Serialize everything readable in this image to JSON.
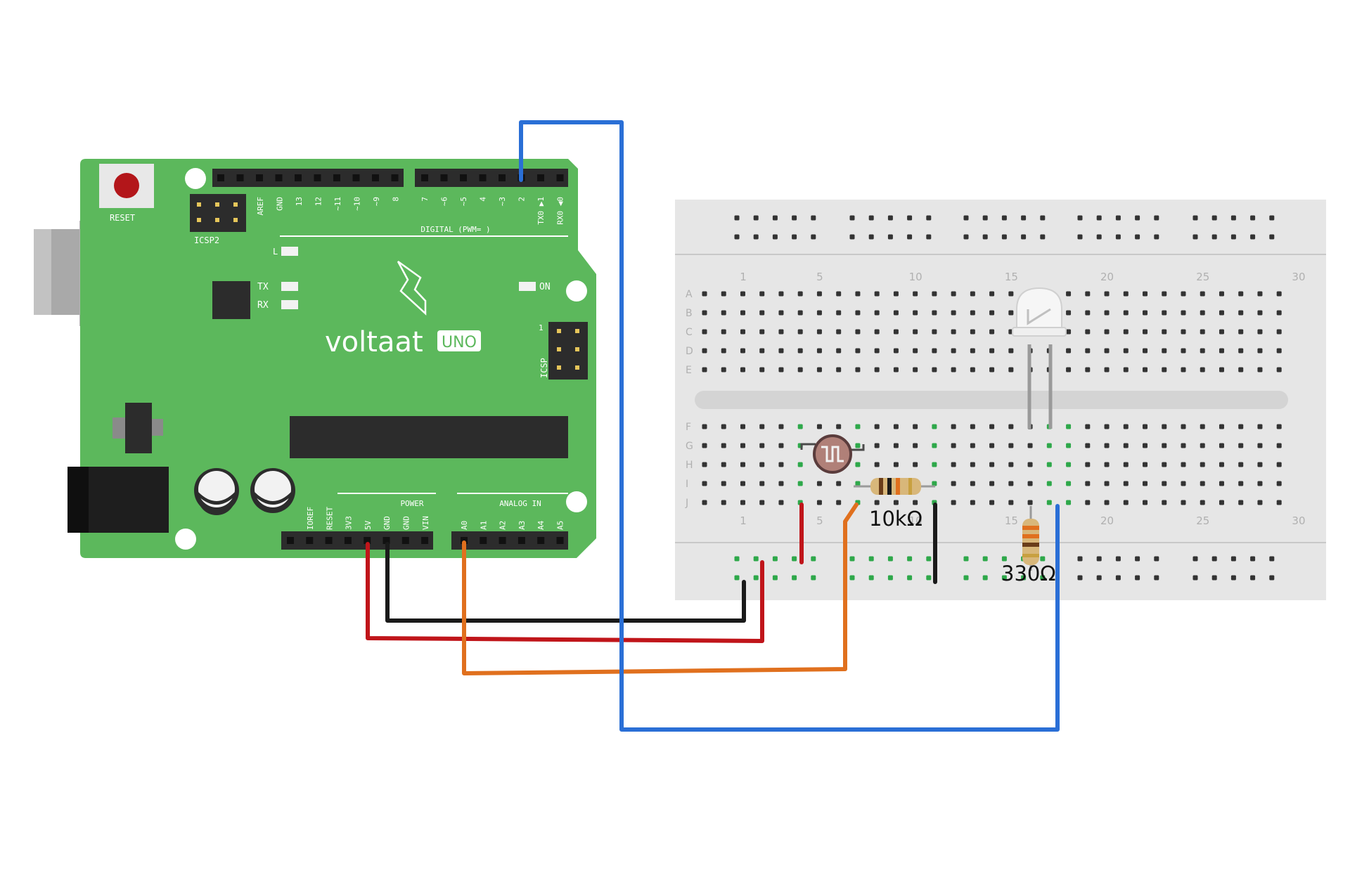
{
  "arduino": {
    "brand": "voltaat",
    "model": "UNO",
    "reset_label": "RESET",
    "icsp2_label": "ICSP2",
    "icsp_label": "ICSP",
    "icsp_pin1": "1",
    "digital_label": "DIGITAL (PWM=   )",
    "power_label": "POWER",
    "analog_label": "ANALOG IN",
    "led_l": "L",
    "led_tx": "TX",
    "led_rx": "RX",
    "led_on": "ON",
    "digital_pins": [
      "AREF",
      "GND",
      "13",
      "12",
      "~11",
      "~10",
      "~9",
      "8",
      "7",
      "~6",
      "~5",
      "4",
      "~3",
      "2",
      "TX0 ▶1",
      "RX0 ◀0"
    ],
    "power_pins": [
      "IOREF",
      "RESET",
      "3V3",
      "5V",
      "GND",
      "GND",
      "VIN"
    ],
    "analog_pins": [
      "A0",
      "A1",
      "A2",
      "A3",
      "A4",
      "A5"
    ]
  },
  "breadboard": {
    "rows": [
      "A",
      "B",
      "C",
      "D",
      "E",
      "F",
      "G",
      "H",
      "I",
      "J"
    ],
    "column_numbers": [
      "1",
      "5",
      "10",
      "15",
      "20",
      "25",
      "30"
    ]
  },
  "components": {
    "resistor_1_label": "10kΩ",
    "resistor_2_label": "330Ω"
  },
  "wires": [
    {
      "name": "5V",
      "color": "#c0151a"
    },
    {
      "name": "GND",
      "color": "#1a1a1a"
    },
    {
      "name": "A0",
      "color": "#e0701e"
    },
    {
      "name": "D2",
      "color": "#2a6fd6"
    }
  ],
  "colors": {
    "board": "#5cb85c",
    "breadboard": "#e6e6e6",
    "wire_red": "#c0151a",
    "wire_black": "#1a1a1a",
    "wire_orange": "#e0701e",
    "wire_blue": "#2a6fd6"
  }
}
